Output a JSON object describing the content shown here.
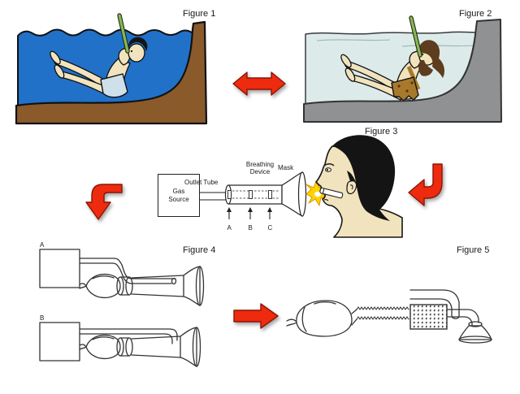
{
  "figures": {
    "fig1": {
      "label": "Figure 1"
    },
    "fig2": {
      "label": "Figure 2"
    },
    "fig3": {
      "label": "Figure 3",
      "gas_source_label": "Gas Source",
      "outlet_tube_label": "Outlet Tube",
      "breathing_device_label": "Breathing Device",
      "mask_label": "Mask",
      "markers": [
        "A",
        "B",
        "C"
      ]
    },
    "fig4": {
      "label": "Figure 4",
      "variant_a": "A",
      "variant_b": "B"
    },
    "fig5": {
      "label": "Figure 5"
    }
  },
  "colors": {
    "water1": "#2171c9",
    "ground1": "#8a5a2b",
    "water2": "#dcebea",
    "ground2": "#8f9192",
    "skin": "#f1e3bd",
    "hair_black": "#141414",
    "hair_brown": "#5d3d1e",
    "shorts": "#cfe0ea",
    "loincloth": "#a8792c",
    "snorkel": "#8ab757",
    "arrow_red": "#ee2b0e",
    "arrow_red_dark": "#8a1505",
    "flame_yellow": "#ffd200"
  }
}
